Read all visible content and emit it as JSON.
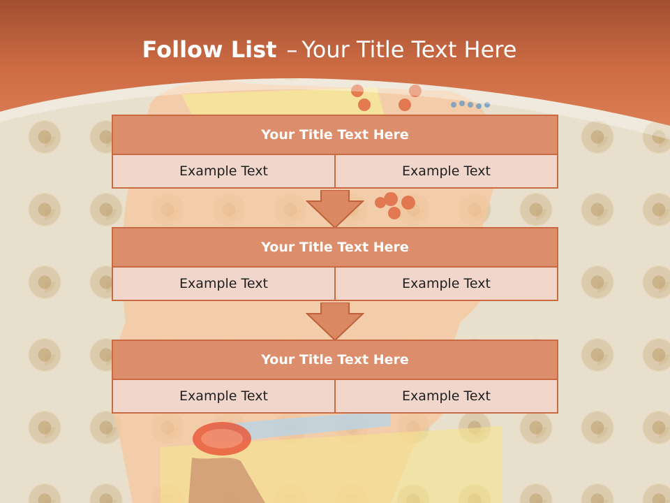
{
  "header": {
    "title_bold": "Follow List",
    "title_separator": "–",
    "title_rest": "Your Title Text Here"
  },
  "colors": {
    "accent": "#d0724b",
    "block_title_fill": "#dc8d6b",
    "block_body_fill": "#f1d6cc",
    "block_border": "#c96a43"
  },
  "blocks": [
    {
      "title": "Your Title Text Here",
      "left": "Example Text",
      "right": "Example Text"
    },
    {
      "title": "Your Title Text Here",
      "left": "Example Text",
      "right": "Example Text"
    },
    {
      "title": "Your Title Text Here",
      "left": "Example Text",
      "right": "Example Text"
    }
  ],
  "arrows": [
    {
      "icon": "down-arrow-icon"
    },
    {
      "icon": "down-arrow-icon"
    }
  ]
}
